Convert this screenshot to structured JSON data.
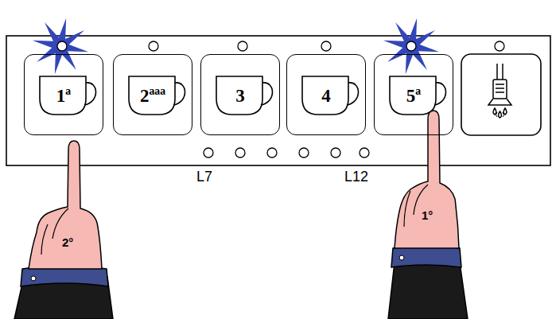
{
  "diagram": {
    "nodes": [
      {
        "text": [
          "1ª"
        ]
      },
      {
        "text": [
          "2ªªª"
        ]
      },
      {
        "text": [
          "3"
        ]
      },
      {
        "text": [
          "4"
        ]
      },
      {
        "text": [
          "5ª"
        ]
      }
    ],
    "labels": [
      "L7",
      "L12",
      "2°",
      "1°"
    ]
  }
}
